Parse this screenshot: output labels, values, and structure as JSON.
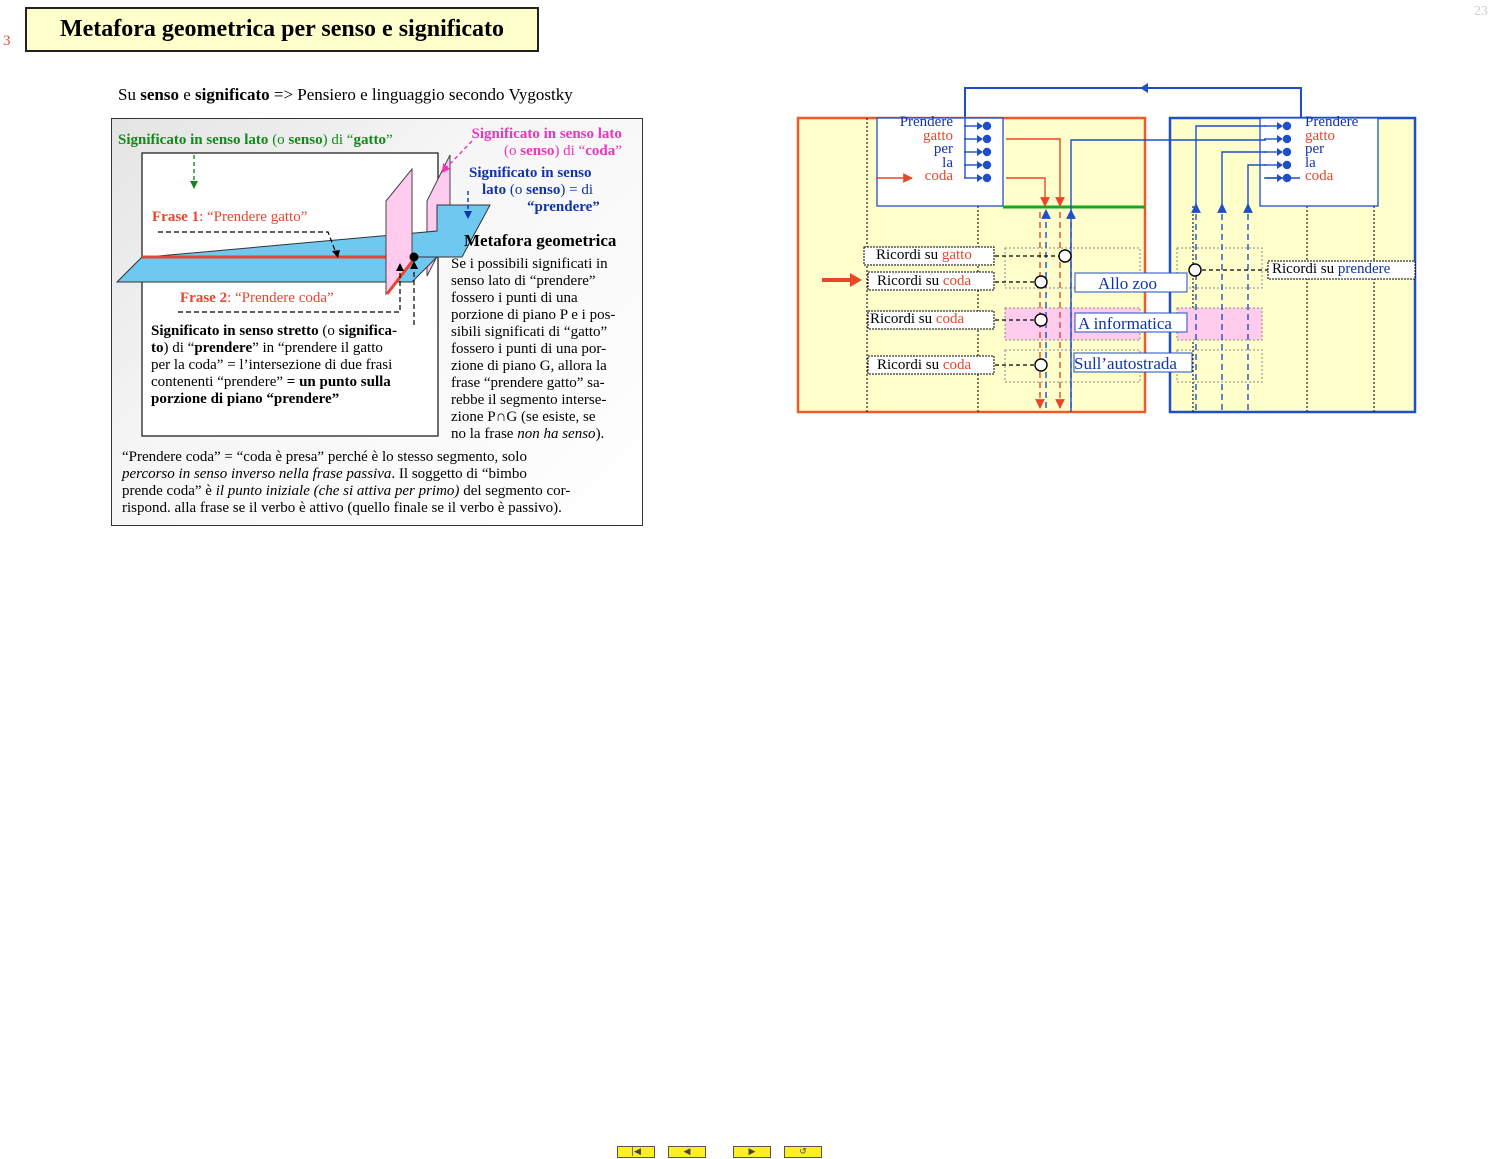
{
  "page": {
    "number_left": "3",
    "number_right": "23"
  },
  "title": "Metafora geometrica per senso e significato",
  "subtitle": {
    "p1": "Su ",
    "b1": "senso",
    "p2": " e ",
    "b2": "significato",
    "p3": " => Pensiero e linguaggio secondo Vygostky"
  },
  "figure": {
    "green_label": {
      "a": "Significato in senso lato",
      "b": " (o ",
      "c": "senso",
      "d": ") di “",
      "e": "gatto",
      "f": "”"
    },
    "pink_label": {
      "l1": "Significato in senso lato",
      "l2a": "(o ",
      "l2b": "senso",
      "l2c": ") di “",
      "l2d": "coda",
      "l2e": "”"
    },
    "blue_label": {
      "l1": "Significato in senso",
      "l2a": "lato",
      "l2b": " (o ",
      "l2c": "senso",
      "l2d": ") = di",
      "l3": "“prendere”"
    },
    "frase1": {
      "label": "Frase 1",
      "text": ": “Prendere gatto”"
    },
    "frase2": {
      "label": "Frase 2",
      "text": ": “Prendere coda”"
    },
    "stretto": {
      "l1a": "Significato in senso stretto",
      "l1b": " (o ",
      "l1c": "significa-",
      "l2a": "to",
      "l2b": ") di “",
      "l2c": "prendere",
      "l2d": "” in “prendere il gatto",
      "l3": "per la coda” = l’intersezione di due frasi",
      "l4a": "contenenti “prendere”  ",
      "l4b": "= un punto sulla",
      "l5": "porzione di piano “prendere”"
    },
    "metafora_title": "Metafora geometrica",
    "metafora_lines": [
      "Se i possibili significati in",
      "senso lato di “prendere”",
      "fossero i punti di una",
      "porzione di piano P e i pos-",
      "sibili significati di “gatto”",
      "fossero i punti di una por-",
      "zione di piano G,  allora la",
      "frase “prendere gatto” sa-",
      "rebbe il segmento interse-"
    ],
    "metafora_l10": "zione P∩G   (se esiste, se",
    "metafora_l11a": "no la frase ",
    "metafora_l11b": "non ha senso",
    "metafora_l11c": ").",
    "bottom": {
      "l1": "“Prendere coda” = “coda è presa” perché è lo stesso segmento, solo",
      "l2a": "percorso in senso inverso nella frase passiva",
      "l2b": ".    Il soggetto di “bimbo",
      "l3a": "prende coda” è ",
      "l3b": "il punto iniziale (che si attiva per primo)",
      "l3c": " del segmento cor-",
      "l4": "rispond. alla frase se il verbo è attivo (quello finale se il verbo è passivo)."
    }
  },
  "network": {
    "left_words": [
      "Prendere",
      "gatto",
      "per",
      "la",
      "coda"
    ],
    "right_words": [
      "Prendere",
      "gatto",
      "per",
      "la",
      "coda"
    ],
    "ricordi_prefix": "Ricordi su ",
    "ricordi": [
      "gatto",
      "coda",
      "coda",
      "coda"
    ],
    "ricordi_right": "prendere",
    "contexts": [
      "Allo zoo",
      "A informatica",
      "Sull’autostrada"
    ],
    "colors": {
      "left_frame": "#f05a28",
      "right_frame": "#1e4fc8",
      "fill": "#ffffcc",
      "highlight": "#ffccee",
      "green_line": "#11aa22"
    }
  },
  "nav": [
    "|◀",
    "◀",
    "▶",
    "↺"
  ]
}
